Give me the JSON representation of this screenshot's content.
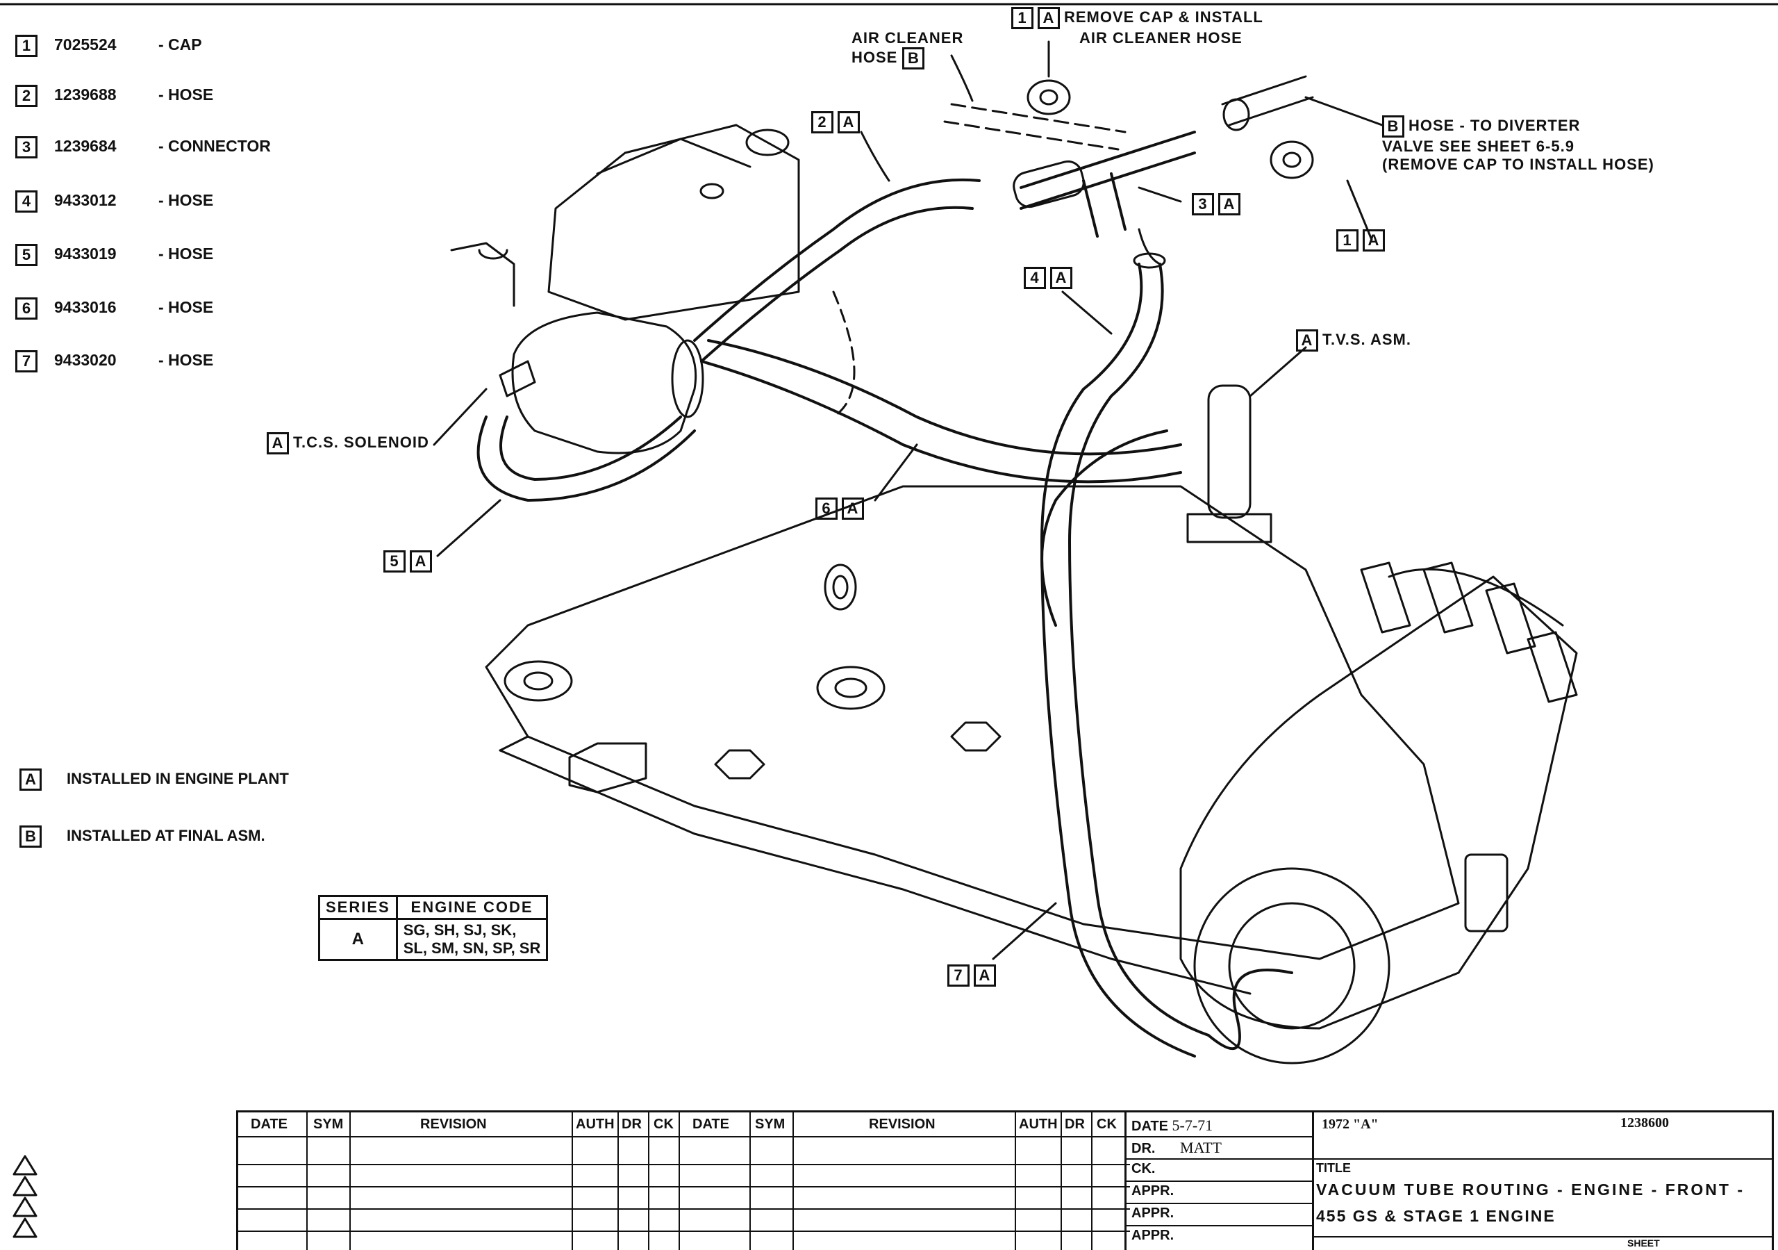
{
  "parts_list": [
    {
      "num": "1",
      "part_no": "7025524",
      "name": "- CAP"
    },
    {
      "num": "2",
      "part_no": "1239688",
      "name": "- HOSE"
    },
    {
      "num": "3",
      "part_no": "1239684",
      "name": "- CONNECTOR"
    },
    {
      "num": "4",
      "part_no": "9433012",
      "name": "- HOSE"
    },
    {
      "num": "5",
      "part_no": "9433019",
      "name": "- HOSE"
    },
    {
      "num": "6",
      "part_no": "9433016",
      "name": "- HOSE"
    },
    {
      "num": "7",
      "part_no": "9433020",
      "name": "- HOSE"
    }
  ],
  "legend": [
    {
      "code": "A",
      "text": "INSTALLED IN ENGINE PLANT"
    },
    {
      "code": "B",
      "text": "INSTALLED AT FINAL ASM."
    }
  ],
  "callouts": {
    "air_cleaner_hose": {
      "line1": "AIR CLEANER",
      "line2": "HOSE",
      "code": "B"
    },
    "remove_cap": {
      "num": "1",
      "code": "A",
      "line1": "REMOVE CAP & INSTALL",
      "line2": "AIR CLEANER HOSE"
    },
    "hose_diverter": {
      "code": "B",
      "line1": "HOSE - TO DIVERTER",
      "line2": "VALVE SEE SHEET 6-5.9",
      "line3": "(REMOVE CAP TO INSTALL HOSE)"
    },
    "c2": {
      "num": "2",
      "code": "A"
    },
    "c3": {
      "num": "3",
      "code": "A"
    },
    "c1b": {
      "num": "1",
      "code": "A"
    },
    "c4": {
      "num": "4",
      "code": "A"
    },
    "tvs": {
      "code": "A",
      "text": "T.V.S. ASM."
    },
    "tcs": {
      "code": "A",
      "text": "T.C.S. SOLENOID"
    },
    "c6": {
      "num": "6",
      "code": "A"
    },
    "c5": {
      "num": "5",
      "code": "A"
    },
    "c7": {
      "num": "7",
      "code": "A"
    }
  },
  "series_table": {
    "headers": [
      "SERIES",
      "ENGINE CODE"
    ],
    "series": "A",
    "codes_line1": "SG, SH, SJ, SK,",
    "codes_line2": "SL, SM, SN, SP, SR"
  },
  "title_block": {
    "rev_headers": [
      "DATE",
      "SYM",
      "REVISION",
      "AUTH",
      "DR",
      "CK",
      "DATE",
      "SYM",
      "REVISION",
      "AUTH",
      "DR",
      "CK"
    ],
    "date_label": "DATE",
    "date_value": "5-7-71",
    "dr_label": "DR.",
    "dr_value": "MATT",
    "ck_label": "CK.",
    "appr_label": "APPR.",
    "model": "1972 \"A\"",
    "drawing_no": "1238600",
    "title_label": "TITLE",
    "title_line1": "VACUUM TUBE ROUTING - ENGINE - FRONT -",
    "title_line2": "455 GS & STAGE 1 ENGINE",
    "sheet_label": "SHEET"
  },
  "colors": {
    "ink": "#111111",
    "paper": "#ffffff"
  }
}
